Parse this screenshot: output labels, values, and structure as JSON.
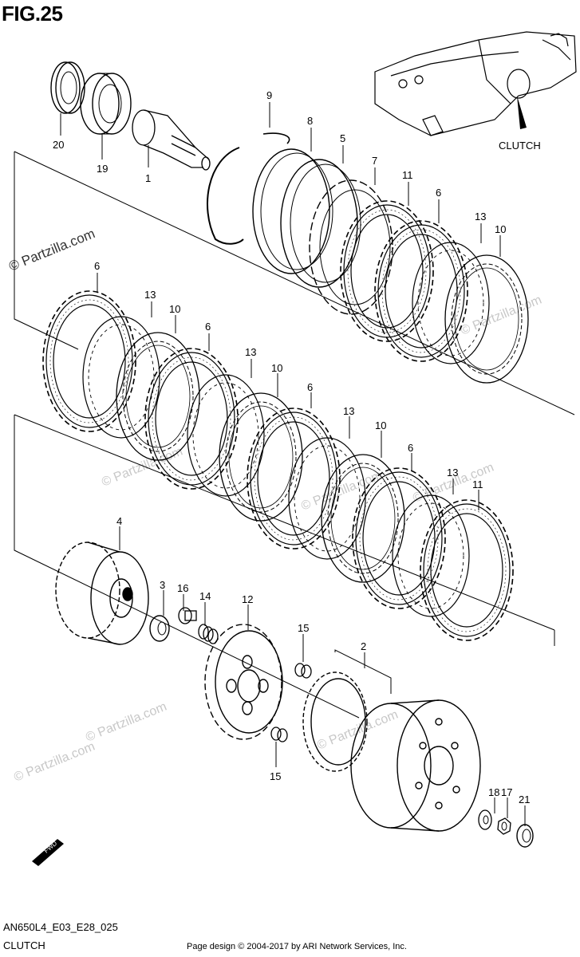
{
  "figure": {
    "title": "FIG.25"
  },
  "callout": {
    "label": "CLUTCH"
  },
  "watermark": {
    "text": "© Partzilla.com"
  },
  "footer": {
    "code": "AN650L4_E03_E28_025",
    "section": "CLUTCH",
    "copyright": "Page design © 2004-2017 by ARI Network Services, Inc."
  },
  "fwd_badge": "FWD",
  "parts": {
    "p20": "20",
    "p19": "19",
    "p1": "1",
    "p9": "9",
    "p8": "8",
    "p5": "5",
    "p7": "7",
    "p11a": "11",
    "p6a": "6",
    "p13a": "13",
    "p10a": "10",
    "p6b": "6",
    "p13b": "13",
    "p10b": "10",
    "p6c": "6",
    "p13c": "13",
    "p10c": "10",
    "p6d": "6",
    "p13d": "13",
    "p10d": "10",
    "p6e": "6",
    "p13e": "13",
    "p11b": "11",
    "p4": "4",
    "p3": "3",
    "p16": "16",
    "p14": "14",
    "p12": "12",
    "p15a": "15",
    "p15b": "15",
    "p2": "2",
    "p18": "18",
    "p17": "17",
    "p21": "21"
  }
}
